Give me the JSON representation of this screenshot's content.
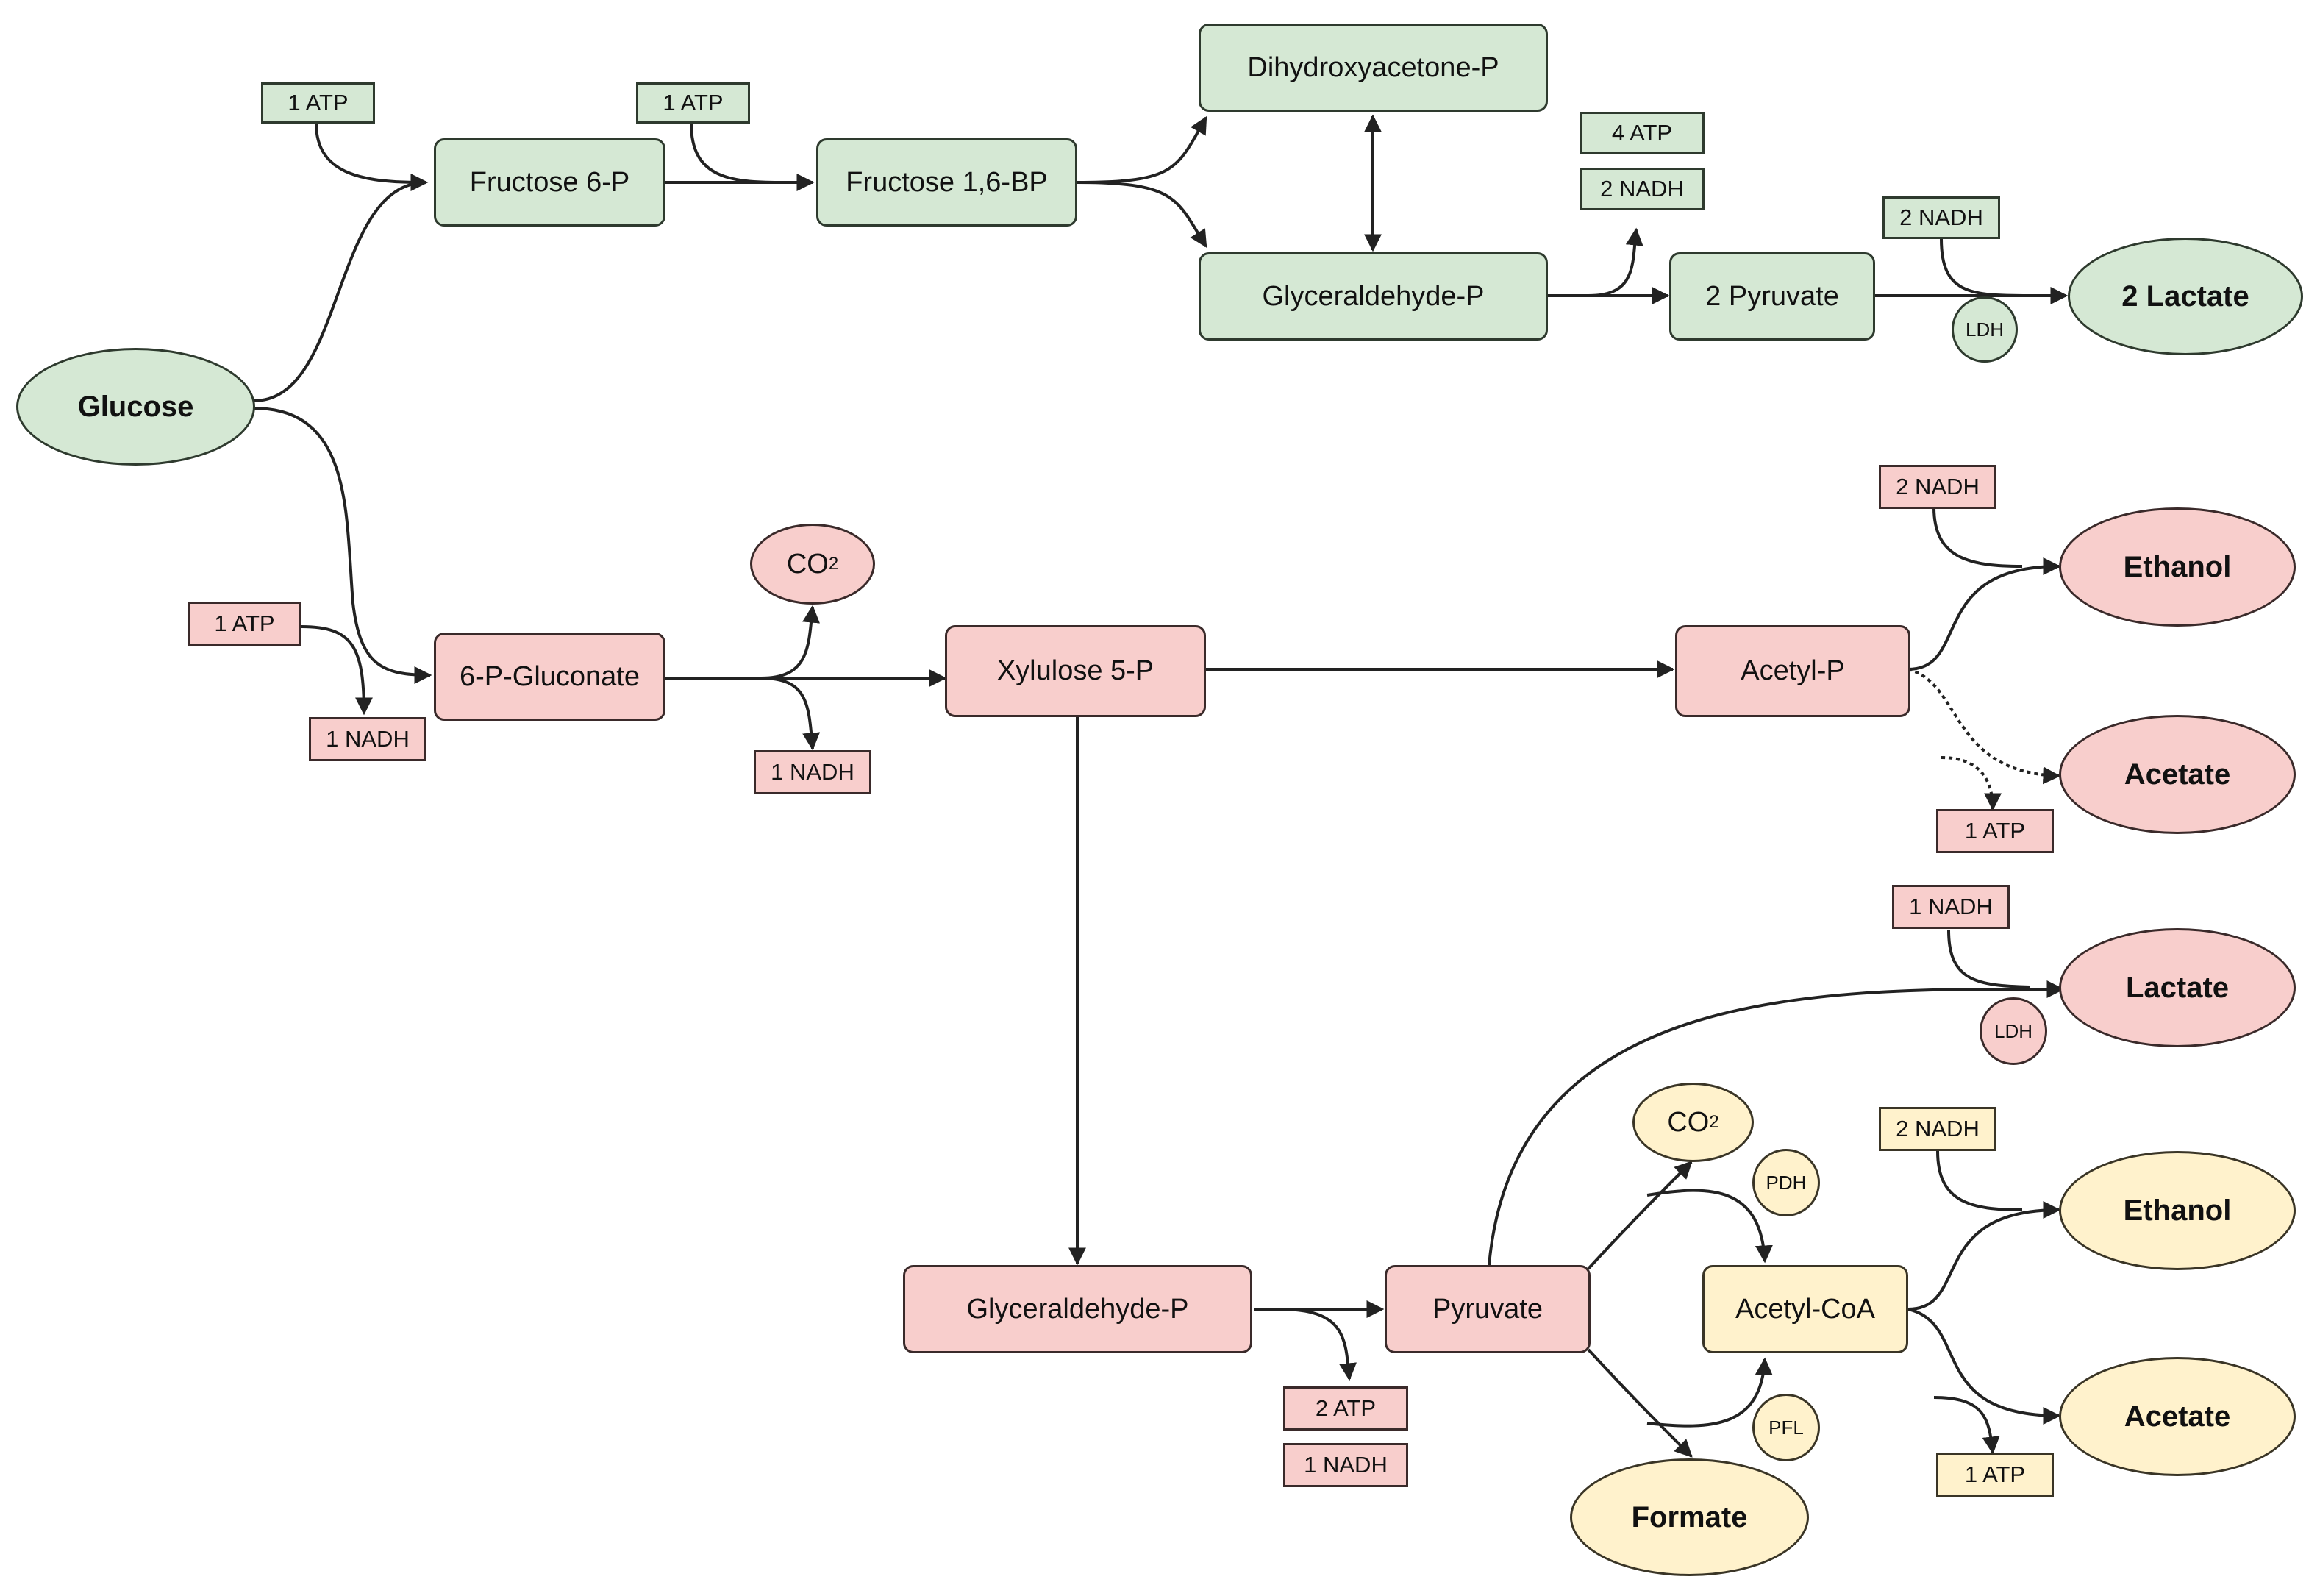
{
  "colors": {
    "green": "#d5e8d4",
    "pink": "#f8cecc",
    "yellow": "#fff2cc",
    "stroke": "#222222"
  },
  "green_path": {
    "glucose": "Glucose",
    "atp_1": "1 ATP",
    "fructose_6p": "Fructose 6-P",
    "atp_2": "1 ATP",
    "fructose_16bp": "Fructose 1,6-BP",
    "dihydroxyacetone_p": "Dihydroxyacetone-P",
    "glyceraldehyde_p": "Glyceraldehyde-P",
    "atp_4": "4 ATP",
    "nadh_2": "2 NADH",
    "pyruvate": "2 Pyruvate",
    "nadh_ldh": "2 NADH",
    "ldh": "LDH",
    "lactate": "2 Lactate"
  },
  "pink_path": {
    "atp_1": "1 ATP",
    "nadh_1a": "1 NADH",
    "gluconate": "6-P-Gluconate",
    "co2_main": "CO",
    "co2_sub": "2",
    "nadh_1b": "1 NADH",
    "xylulose": "Xylulose 5-P",
    "acetyl_p": "Acetyl-P",
    "nadh_ethanol": "2 NADH",
    "ethanol": "Ethanol",
    "acetate": "Acetate",
    "atp_acetate": "1 ATP",
    "nadh_lactate": "1 NADH",
    "lactate": "Lactate",
    "ldh": "LDH",
    "glyceraldehyde_p": "Glyceraldehyde-P",
    "pyruvate": "Pyruvate",
    "atp_2": "2 ATP",
    "nadh_1c": "1 NADH"
  },
  "yellow_path": {
    "co2_main": "CO",
    "co2_sub": "2",
    "pdh": "PDH",
    "acetyl_coa": "Acetyl-CoA",
    "pfl": "PFL",
    "formate": "Formate",
    "nadh_ethanol": "2 NADH",
    "ethanol": "Ethanol",
    "acetate": "Acetate",
    "atp_acetate": "1 ATP"
  }
}
